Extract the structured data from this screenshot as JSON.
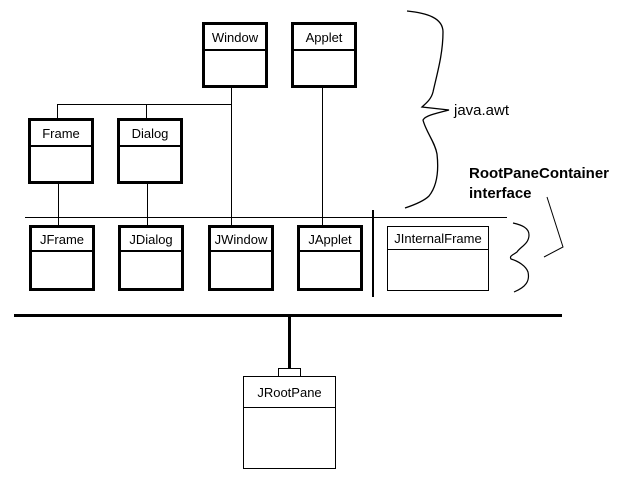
{
  "diagram": {
    "colors": {
      "background": "#ffffff",
      "line": "#000000",
      "text": "#000000"
    },
    "classes": [
      {
        "id": "window",
        "label": "Window"
      },
      {
        "id": "applet",
        "label": "Applet"
      },
      {
        "id": "frame",
        "label": "Frame"
      },
      {
        "id": "dialog",
        "label": "Dialog"
      },
      {
        "id": "jframe",
        "label": "JFrame"
      },
      {
        "id": "jdialog",
        "label": "JDialog"
      },
      {
        "id": "jwindow",
        "label": "JWindow"
      },
      {
        "id": "japplet",
        "label": "JApplet"
      },
      {
        "id": "jinternalframe",
        "label": "JInternalFrame"
      },
      {
        "id": "jrootpane",
        "label": "JRootPane"
      }
    ],
    "annotations": {
      "package_label": "java.awt",
      "interface_name": "RootPaneContainer",
      "interface_word": "interface"
    }
  }
}
